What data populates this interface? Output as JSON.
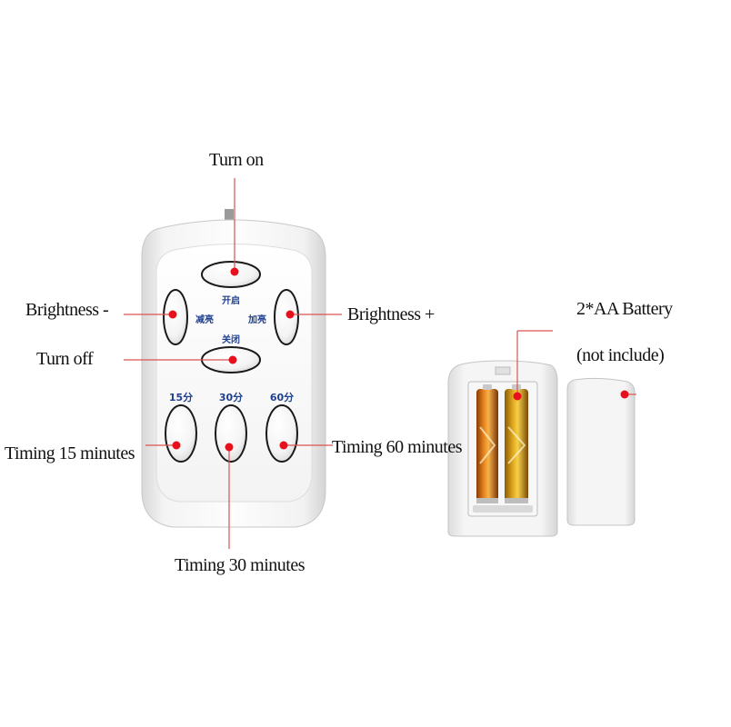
{
  "labels": {
    "turn_on": "Turn on",
    "brightness_minus": "Brightness -",
    "brightness_plus": "Brightness +",
    "turn_off": "Turn off",
    "timing_15": "Timing 15 minutes",
    "timing_30": "Timing 30 minutes",
    "timing_60": "Timing 60 minutes",
    "battery": "2*AA Battery",
    "not_include": "(not include)"
  },
  "remote": {
    "btn_on": "开启",
    "btn_dim": "减亮",
    "btn_bright": "加亮",
    "btn_off": "关闭",
    "t15": "15分",
    "t30": "30分",
    "t60": "60分"
  },
  "colors": {
    "callout_line": "#d9534f",
    "callout_dot": "#e8101a",
    "button_text": "#1f3f8f"
  }
}
